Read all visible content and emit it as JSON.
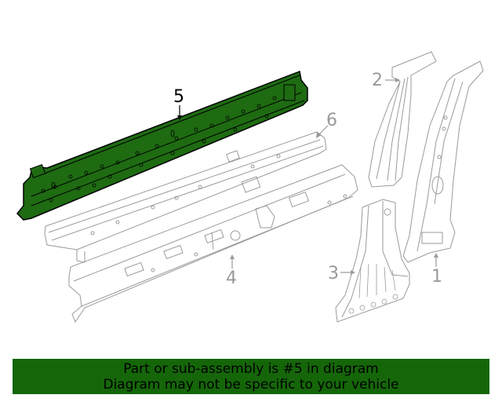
{
  "diagram": {
    "highlight_color": "#1e6b12",
    "outline_color": "#9a9a9a",
    "callouts": [
      {
        "id": "1",
        "label": "1",
        "part": "center-pillar-inner-right"
      },
      {
        "id": "2",
        "label": "2",
        "part": "pillar-reinforcement-upper"
      },
      {
        "id": "3",
        "label": "3",
        "part": "center-pillar-lower"
      },
      {
        "id": "4",
        "label": "4",
        "part": "rocker-panel-outer"
      },
      {
        "id": "5",
        "label": "5",
        "part": "rocker-reinforcement",
        "highlighted": true
      },
      {
        "id": "6",
        "label": "6",
        "part": "rocker-inner"
      }
    ]
  },
  "banner": {
    "line1": "Part or sub-assembly is #5 in diagram",
    "line2": "Diagram may not be specific to your vehicle",
    "background": "#156609"
  }
}
